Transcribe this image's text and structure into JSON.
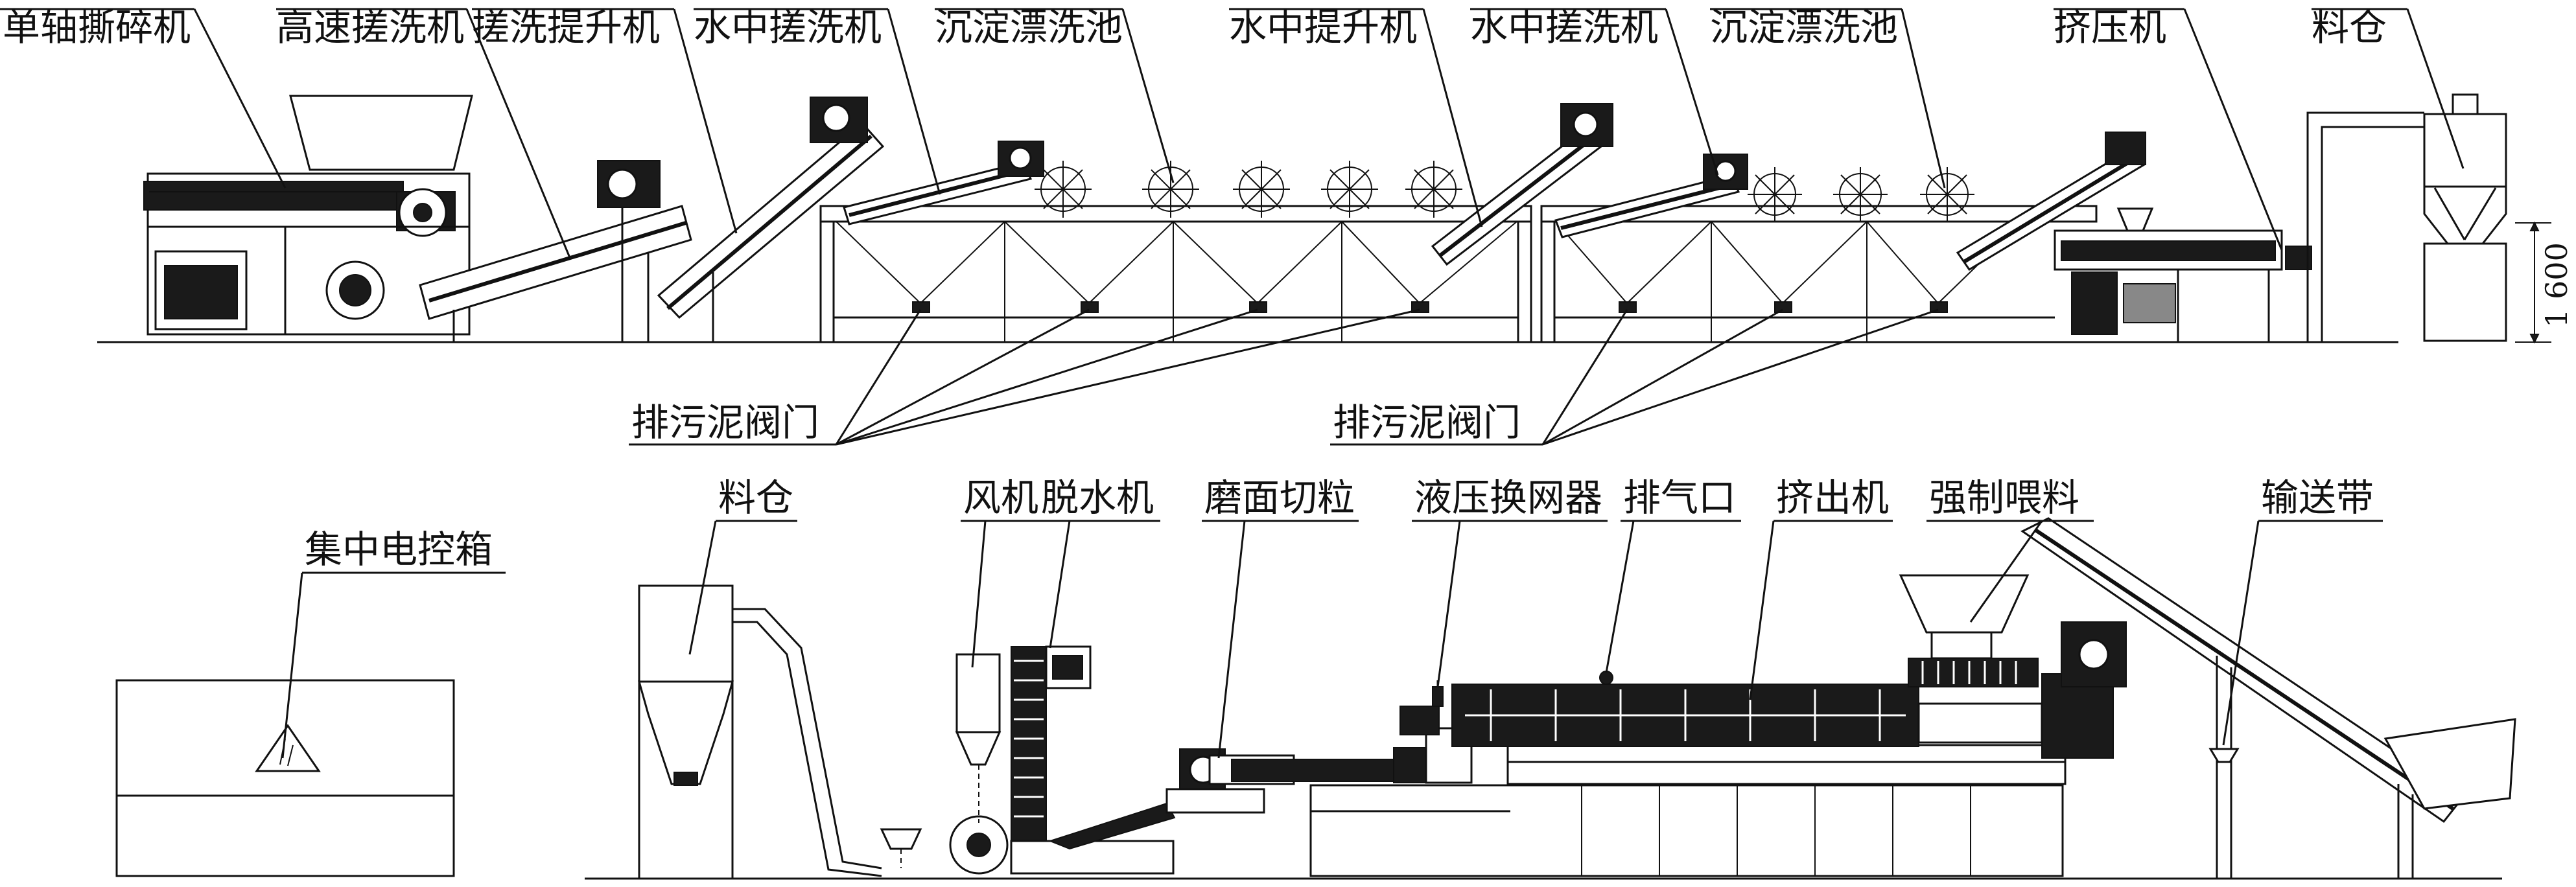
{
  "labels": {
    "shredder": "单轴撕碎机",
    "high_speed_washer": "高速搓洗机",
    "washer_elevator": "搓洗提升机",
    "underwater_washer_1": "水中搓洗机",
    "settling_tank_1": "沉淀漂洗池",
    "underwater_elevator": "水中提升机",
    "underwater_washer_2": "水中搓洗机",
    "settling_tank_2": "沉淀漂洗池",
    "squeezer": "挤压机",
    "silo_top": "料仓",
    "dimension": "1 600",
    "sludge_valve_1": "排污泥阀门",
    "sludge_valve_2": "排污泥阀门",
    "silo_bottom": "料仓",
    "fan": "风机",
    "dewaterer": "脱水机",
    "die_face_cutter": "磨面切粒",
    "screen_changer": "液压换网器",
    "vent": "排气口",
    "extruder": "挤出机",
    "force_feeder": "强制喂料",
    "conveyor": "输送带",
    "control_box": "集中电控箱"
  }
}
